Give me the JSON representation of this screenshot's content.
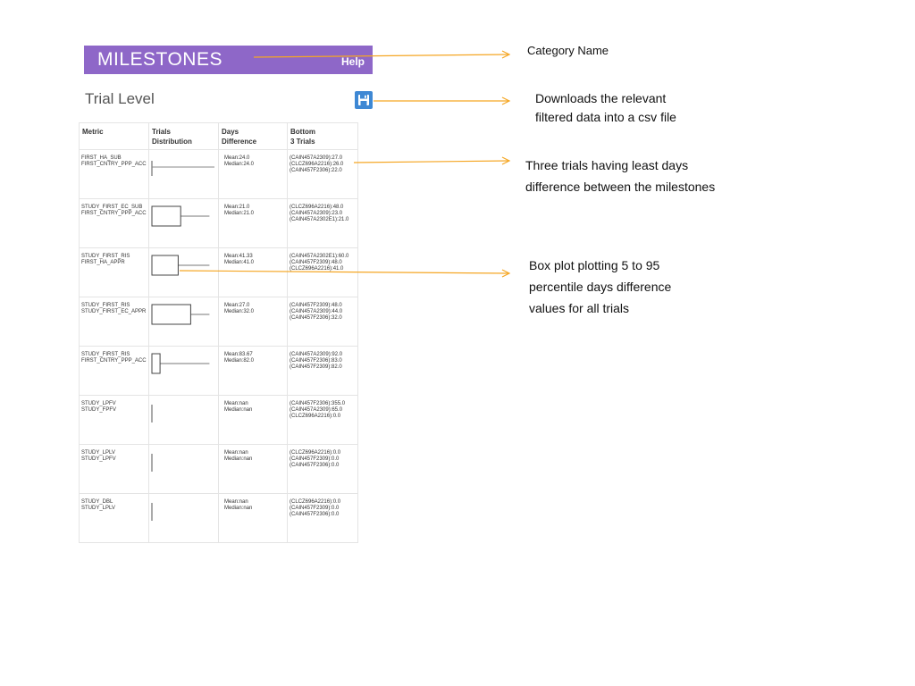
{
  "header": {
    "title": "MILESTONES",
    "help_label": "Help"
  },
  "section": {
    "title": "Trial Level",
    "download_icon": "save-icon"
  },
  "table": {
    "columns": [
      {
        "line1": "Metric",
        "line2": ""
      },
      {
        "line1": "Trials",
        "line2": "Distribution"
      },
      {
        "line1": "Days",
        "line2": "Difference"
      },
      {
        "line1": "Bottom",
        "line2": "3 Trials"
      }
    ],
    "rows": [
      {
        "metric": [
          "FIRST_HA_SUB",
          "FIRST_CNTRY_PPP_ACC"
        ],
        "dist": {
          "type": "line"
        },
        "days": [
          "Mean:24.0",
          "Median:24.0"
        ],
        "bottom": [
          "(CAIN457A2309):27.0",
          "(CLCZ696A2216):26.0",
          "(CAIN457F2306):22.0"
        ]
      },
      {
        "metric": [
          "STUDY_FIRST_EC_SUB",
          "FIRST_CNTRY_PPP_ACC"
        ],
        "dist": {
          "type": "box",
          "box": [
            0.0,
            0.46
          ],
          "whisker": [
            0.0,
            0.92
          ]
        },
        "days": [
          "Mean:21.0",
          "Median:21.0"
        ],
        "bottom": [
          "(CLCZ696A2216):48.0",
          "(CAIN457A2309):23.0",
          "(CAIN457A2302E1):21.0"
        ]
      },
      {
        "metric": [
          "STUDY_FIRST_RIS",
          "FIRST_HA_APPR"
        ],
        "dist": {
          "type": "box",
          "box": [
            0.0,
            0.42
          ],
          "whisker": [
            0.0,
            0.92
          ]
        },
        "days": [
          "Mean:41.33",
          "Median:41.0"
        ],
        "bottom": [
          "(CAIN457A2302E1):60.0",
          "(CAIN457F2309):48.0",
          "(CLCZ696A2216):41.0"
        ]
      },
      {
        "metric": [
          "STUDY_FIRST_RIS",
          "STUDY_FIRST_EC_APPR"
        ],
        "dist": {
          "type": "box",
          "box": [
            0.0,
            0.62
          ],
          "whisker": [
            0.0,
            0.92
          ]
        },
        "days": [
          "Mean:27.0",
          "Median:32.0"
        ],
        "bottom": [
          "(CAIN457F2309):48.0",
          "(CAIN457A2309):44.0",
          "(CAIN457F2306):32.0"
        ]
      },
      {
        "metric": [
          "STUDY_FIRST_RIS",
          "FIRST_CNTRY_PPP_ACC"
        ],
        "dist": {
          "type": "box",
          "box": [
            0.0,
            0.13
          ],
          "whisker": [
            0.0,
            0.92
          ]
        },
        "days": [
          "Mean:83.67",
          "Median:82.0"
        ],
        "bottom": [
          "(CAIN457A2309):92.0",
          "(CAIN457F2306):83.0",
          "(CAIN457F2309):82.0"
        ]
      },
      {
        "metric": [
          "STUDY_LPFV",
          "STUDY_FPFV"
        ],
        "dist": {
          "type": "tick"
        },
        "days": [
          "Mean:nan",
          "Median:nan"
        ],
        "bottom": [
          "(CAIN457F2306):355.0",
          "(CAIN457A2309):65.0",
          "(CLCZ696A2216):0.0"
        ]
      },
      {
        "metric": [
          "STUDY_LPLV",
          "STUDY_LPFV"
        ],
        "dist": {
          "type": "tick"
        },
        "days": [
          "Mean:nan",
          "Median:nan"
        ],
        "bottom": [
          "(CLCZ696A2216):0.0",
          "(CAIN457F2309):0.0",
          "(CAIN457F2306):0.0"
        ]
      },
      {
        "metric": [
          "STUDY_DBL",
          "STUDY_LPLV"
        ],
        "dist": {
          "type": "tick"
        },
        "days": [
          "Mean:nan",
          "Median:nan"
        ],
        "bottom": [
          "(CLCZ696A2216):0.0",
          "(CAIN457F2309):0.0",
          "(CAIN457F2306):0.0"
        ]
      }
    ]
  },
  "annotations": {
    "category": [
      "Category Name"
    ],
    "download": [
      "Downloads the relevant",
      "filtered data into a csv file"
    ],
    "bottom3": [
      "Three trials having least days",
      "difference between the milestones"
    ],
    "boxplot": [
      "Box plot plotting 5 to 95",
      "percentile days difference",
      "values for all trials"
    ]
  },
  "colors": {
    "header_bg": "#8e67c8",
    "save_button": "#3e88d4",
    "arrow": "#f5a623"
  }
}
